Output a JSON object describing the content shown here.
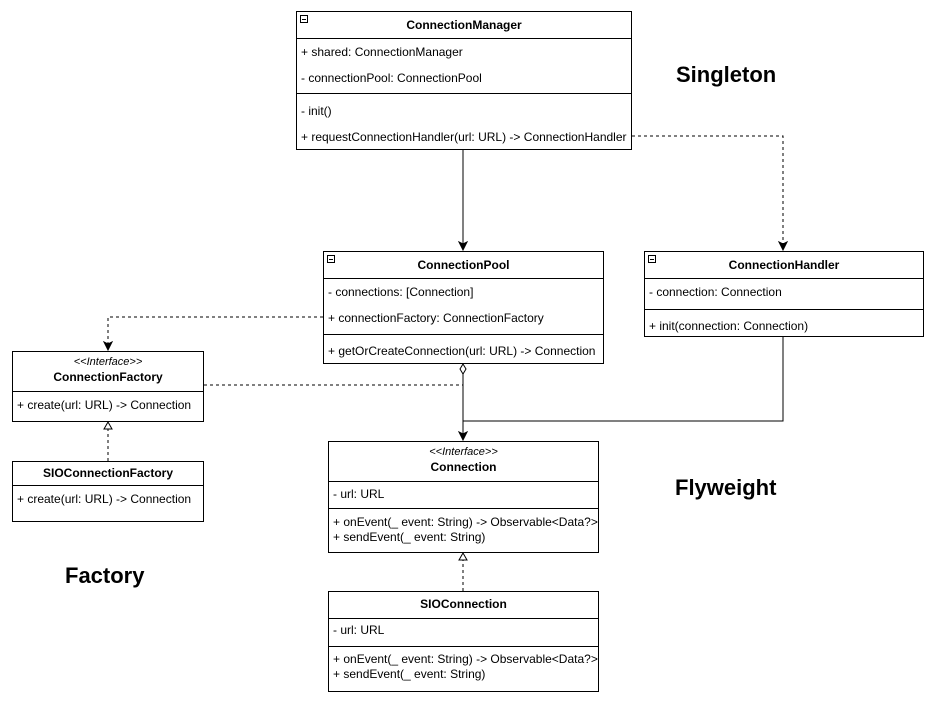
{
  "classes": {
    "connection_manager": {
      "name": "ConnectionManager",
      "attributes": [
        "+ shared: ConnectionManager",
        "- connectionPool: ConnectionPool"
      ],
      "operations": [
        "- init()",
        "+ requestConnectionHandler(url: URL) -> ConnectionHandler"
      ]
    },
    "connection_pool": {
      "name": "ConnectionPool",
      "attributes": [
        "- connections: [Connection]",
        "+ connectionFactory: ConnectionFactory"
      ],
      "operations": [
        "+ getOrCreateConnection(url: URL) -> Connection"
      ]
    },
    "connection_handler": {
      "name": "ConnectionHandler",
      "attributes": [
        "- connection: Connection"
      ],
      "operations": [
        "+ init(connection: Connection)"
      ]
    },
    "connection_factory": {
      "stereotype": "<<Interface>>",
      "name": "ConnectionFactory",
      "operations": [
        "+ create(url: URL) -> Connection"
      ]
    },
    "sio_connection_factory": {
      "name": "SIOConnectionFactory",
      "operations": [
        "+ create(url: URL) -> Connection"
      ]
    },
    "connection": {
      "stereotype": "<<Interface>>",
      "name": "Connection",
      "attributes": [
        "- url: URL"
      ],
      "operations": [
        "+ onEvent(_ event: String) -> Observable<Data?>",
        "+ sendEvent(_ event: String)"
      ]
    },
    "sio_connection": {
      "name": "SIOConnection",
      "attributes": [
        "- url: URL"
      ],
      "operations": [
        "+ onEvent(_ event: String) -> Observable<Data?>",
        "+ sendEvent(_ event: String)"
      ]
    }
  },
  "patterns": {
    "singleton": "Singleton",
    "flyweight": "Flyweight",
    "factory": "Factory"
  }
}
